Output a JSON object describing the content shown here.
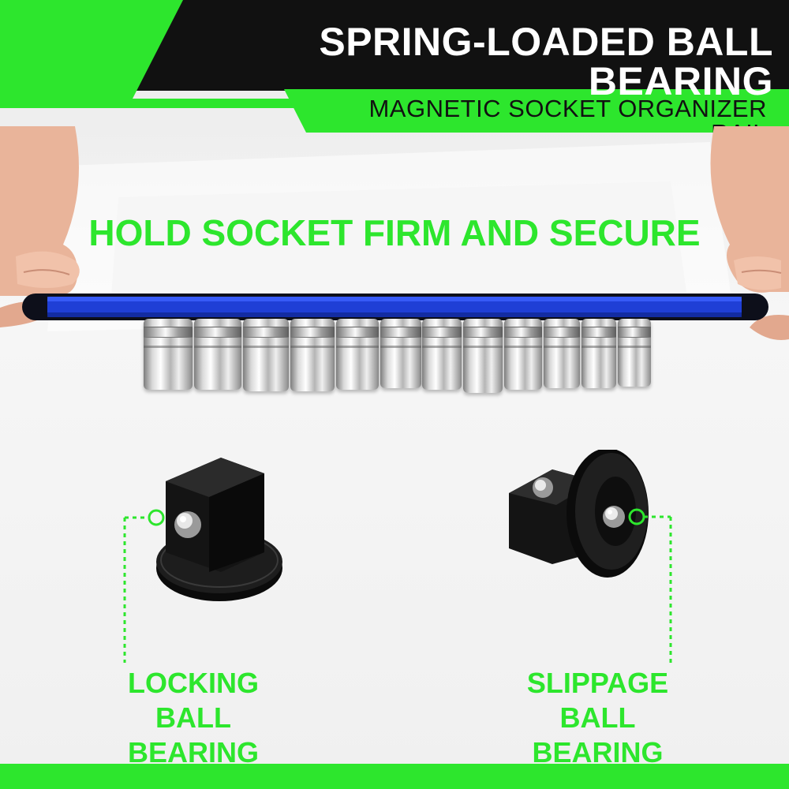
{
  "header": {
    "title": "SPRING-LOADED BALL BEARING",
    "subtitle": "MAGNETIC SOCKET ORGANIZER RAIL"
  },
  "headline": "HOLD SOCKET FIRM AND SECURE",
  "callouts": {
    "left": {
      "line1": "LOCKING BALL",
      "line2": "BEARING"
    },
    "right": {
      "line1": "SLIPPAGE BALL",
      "line2": "BEARING"
    }
  },
  "sockets": {
    "count": 12
  },
  "colors": {
    "accent_green": "#2de62d",
    "banner_black": "#111111",
    "rail_blue": "#1f3fd6",
    "rail_dark": "#0d0f1a",
    "adapter_black": "#141414",
    "skin": "#e9b49a"
  }
}
